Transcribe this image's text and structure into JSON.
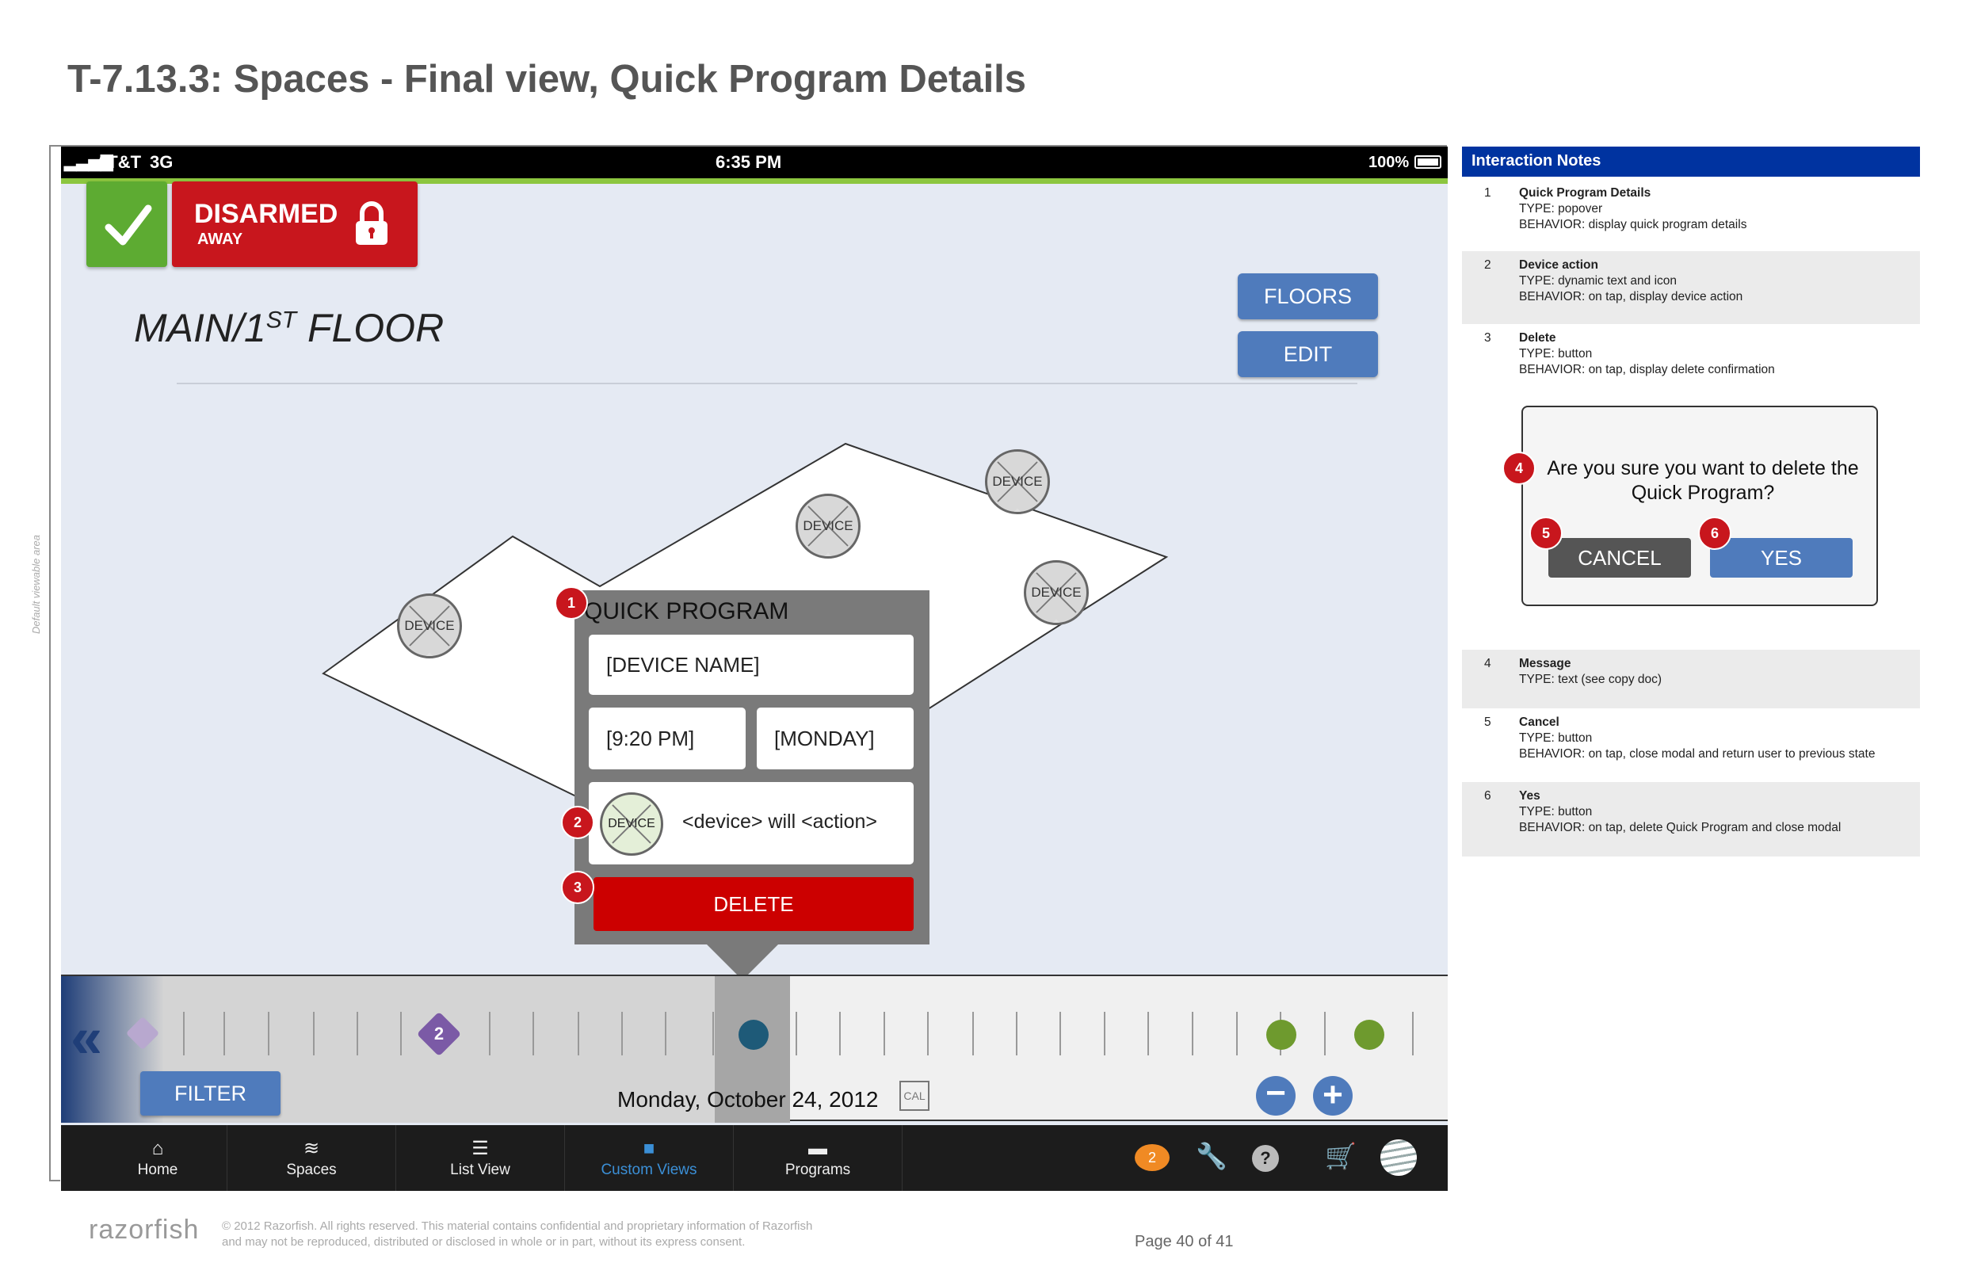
{
  "doc": {
    "title": "T-7.13.3: Spaces - Final view, Quick Program Details",
    "viewable_label": "Default viewable area"
  },
  "statusbar": {
    "carrier": "AT&T",
    "network": "3G",
    "time": "6:35 PM",
    "battery": "100%"
  },
  "security": {
    "state": "DISARMED",
    "mode": "AWAY"
  },
  "floor": {
    "title_prefix": "MAIN/1",
    "title_sup": "ST",
    "title_suffix": " FLOOR",
    "floors_button": "FLOORS",
    "edit_button": "EDIT"
  },
  "devices": {
    "label": "DEVICE"
  },
  "popover": {
    "title": "QUICK PROGRAM",
    "device_name": "[DEVICE NAME]",
    "time": "[9:20 PM]",
    "day": "[MONDAY]",
    "device_label": "DEVICE",
    "action_text": "<device> will <action>",
    "delete_label": "DELETE"
  },
  "badges": {
    "b1": "1",
    "b2": "2",
    "b3": "3",
    "b4": "4",
    "b5": "5",
    "b6": "6"
  },
  "timeline": {
    "filter_label": "FILTER",
    "date": "Monday, October 24, 2012",
    "cal_label": "CAL",
    "event_count": "2",
    "colors": {
      "purple": "#7b5aa6",
      "teal": "#1e5a78",
      "green": "#6e9a2e"
    }
  },
  "nav": {
    "items": [
      {
        "label": "Home",
        "icon": "home-icon"
      },
      {
        "label": "Spaces",
        "icon": "layers-icon"
      },
      {
        "label": "List View",
        "icon": "list-icon"
      },
      {
        "label": "Custom Views",
        "icon": "custom-views-icon"
      },
      {
        "label": "Programs",
        "icon": "programs-icon"
      }
    ],
    "chat_count": "2",
    "active_color": "#3b8fd6"
  },
  "notes": {
    "header": "Interaction Notes",
    "items": [
      {
        "num": "1",
        "title": "Quick Program Details",
        "lines": [
          "TYPE: popover",
          "BEHAVIOR: display quick program details"
        ]
      },
      {
        "num": "2",
        "title": "Device action",
        "lines": [
          "TYPE: dynamic text and icon",
          "BEHAVIOR: on tap, display device action"
        ]
      },
      {
        "num": "3",
        "title": "Delete",
        "lines": [
          "TYPE: button",
          "BEHAVIOR: on tap, display delete confirmation"
        ]
      },
      {
        "num": "4",
        "title": "Message",
        "lines": [
          "TYPE: text (see copy doc)"
        ]
      },
      {
        "num": "5",
        "title": "Cancel",
        "lines": [
          "TYPE: button",
          "BEHAVIOR: on tap, close modal and return user to previous state"
        ]
      },
      {
        "num": "6",
        "title": "Yes",
        "lines": [
          "TYPE: button",
          "BEHAVIOR: on tap, delete Quick Program and close modal"
        ]
      }
    ]
  },
  "confirm": {
    "message": "Are you sure you want to delete the Quick Program?",
    "cancel": "CANCEL",
    "yes": "YES"
  },
  "footer": {
    "logo": "razorfish",
    "legal_line1": "© 2012 Razorfish. All rights reserved. This material contains confidential and proprietary information of Razorfish",
    "legal_line2": "and may not be reproduced, distributed or disclosed in whole or in part, without its express consent.",
    "page": "Page  40 of 41"
  }
}
